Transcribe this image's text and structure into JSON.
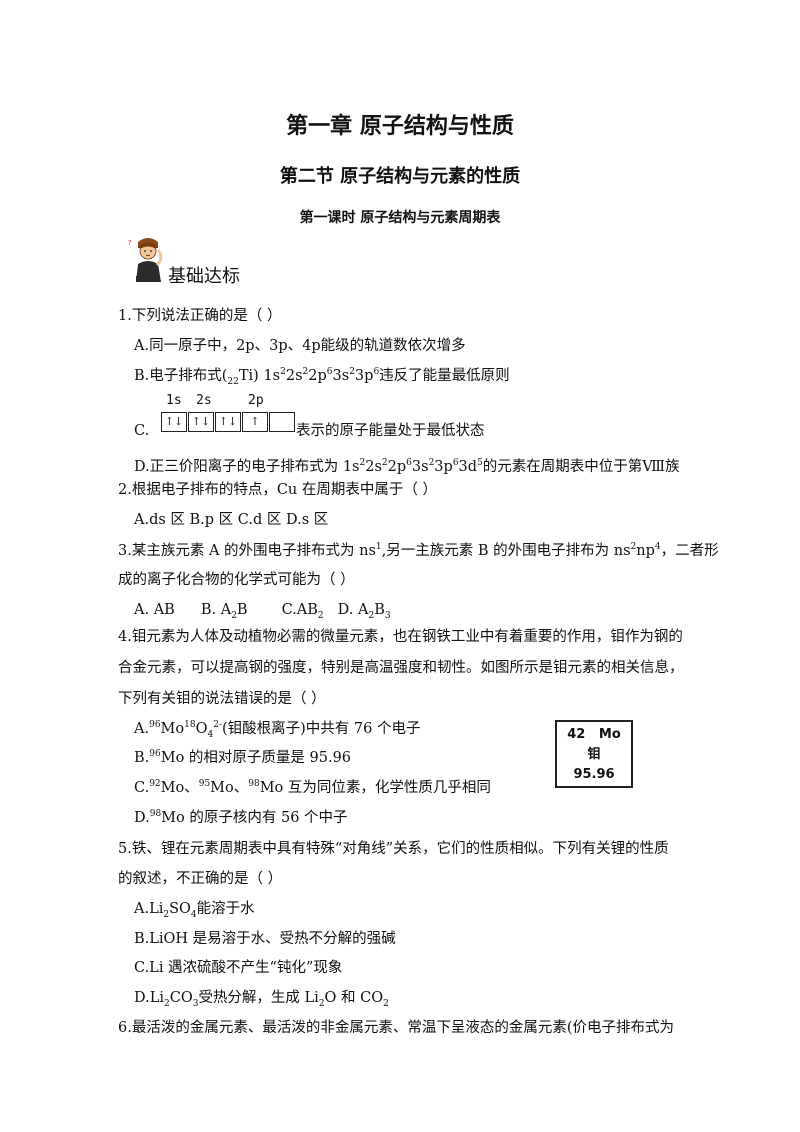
{
  "chapter_title": "第一章  原子结构与性质",
  "section_title": "第二节  原子结构与元素的性质",
  "lesson_title": "第一课时    原子结构与元素周期表",
  "practice_heading": "基础达标",
  "mascot_icon": "student-thinking-icon",
  "q1": {
    "stem": "1.下列说法正确的是（      ）",
    "a": "A.同一原子中，2p、3p、4p能级的轨道数依次增多",
    "b_pre": "B.电子排布式(",
    "b_sub": "22",
    "b_el": "Ti) 1s",
    "b_cfg": [
      {
        "t": "2",
        "type": "sup"
      },
      {
        "t": "2s",
        "type": "text"
      },
      {
        "t": "2",
        "type": "sup"
      },
      {
        "t": "2p",
        "type": "text"
      },
      {
        "t": "6",
        "type": "sup"
      },
      {
        "t": "3s",
        "type": "text"
      },
      {
        "t": "2",
        "type": "sup"
      },
      {
        "t": "3p",
        "type": "text"
      },
      {
        "t": "6",
        "type": "sup"
      }
    ],
    "b_post": "违反了能量最低原则",
    "c_label": "C.",
    "c_orb_labels": [
      "1s",
      "2s",
      "2p"
    ],
    "c_post": "表示的原子能量处于最低状态",
    "d_pre": "D.正三价阳离子的电子排布式为 1s",
    "d_cfg": [
      {
        "t": "2",
        "type": "sup"
      },
      {
        "t": "2s",
        "type": "text"
      },
      {
        "t": "2",
        "type": "sup"
      },
      {
        "t": "2p",
        "type": "text"
      },
      {
        "t": "6",
        "type": "sup"
      },
      {
        "t": "3s",
        "type": "text"
      },
      {
        "t": "2",
        "type": "sup"
      },
      {
        "t": "3p",
        "type": "text"
      },
      {
        "t": "6",
        "type": "sup"
      },
      {
        "t": "3d",
        "type": "text"
      },
      {
        "t": "5",
        "type": "sup"
      }
    ],
    "d_post": "的元素在周期表中位于第Ⅷ族"
  },
  "q2": {
    "stem": "2.根据电子排布的特点，Cu 在周期表中属于（      ）",
    "options": "A.ds 区       B.p 区     C.d 区     D.s 区"
  },
  "q3": {
    "stem_pre": "3.某主族元素 A 的外围电子排布式为 ns",
    "sup1": "1",
    "stem_mid": ",另一主族元素 B 的外围电子排布为 ns",
    "sup2": "2",
    "stem_mid2": "np",
    "sup3": "4",
    "stem_post": "，二者形",
    "stem_line2": "成的离子化合物的化学式可能为（      ）",
    "opt_a": "A. AB",
    "opt_b_pre": "B. A",
    "opt_b_sub": "2",
    "opt_b_post": "B",
    "opt_c_pre": "C.AB",
    "opt_c_sub": "2",
    "opt_d_pre": "D. A",
    "opt_d_sub1": "2",
    "opt_d_mid": "B",
    "opt_d_sub2": "3"
  },
  "q4": {
    "line1": "4.钼元素为人体及动植物必需的微量元素，也在钢铁工业中有着重要的作用，钼作为钢的",
    "line2": "合金元素，可以提高钢的强度，特别是高温强度和韧性。如图所示是钼元素的相关信息，",
    "line3": "下列有关钼的说法错误的是（      ）",
    "a_pre": "A.",
    "a_sup1": "96",
    "a_mo": "Mo",
    "a_sup2": "18",
    "a_o": "O",
    "a_sub": "4",
    "a_sup3": "2-",
    "a_post": "(钼酸根离子)中共有 76 个电子",
    "b_pre": "B.",
    "b_sup": "96",
    "b_post": "Mo 的相对原子质量是 95.96",
    "c_pre": "C.",
    "c_sup1": "92",
    "c_mid1": "Mo、",
    "c_sup2": "95",
    "c_mid2": "Mo、",
    "c_sup3": "98",
    "c_post": "Mo 互为同位素，化学性质几乎相同",
    "d_pre": "D.",
    "d_sup": "98",
    "d_post": "Mo 的原子核内有 56 个中子",
    "card": {
      "number": "42",
      "symbol": "Mo",
      "name": "钼",
      "mass": "95.96"
    }
  },
  "q5": {
    "line1": "5.铁、锂在元素周期表中具有特殊“对角线”关系，它们的性质相似。下列有关锂的性质",
    "line2": "的叙述，不正确的是（      ）",
    "a_pre": "A.Li",
    "a_sub1": "2",
    "a_mid": "SO",
    "a_sub2": "4",
    "a_post": "能溶于水",
    "b": "B.LiOH 是易溶于水、受热不分解的强碱",
    "c": "C.Li 遇浓硫酸不产生“钝化”现象",
    "d_pre": "D.Li",
    "d_sub1": "2",
    "d_mid1": "CO",
    "d_sub2": "3",
    "d_mid2": "受热分解，生成 Li",
    "d_sub3": "2",
    "d_mid3": "O 和 CO",
    "d_sub4": "2"
  },
  "q6": {
    "line1": "6.最活泼的金属元素、最活泼的非金属元素、常温下呈液态的金属元素(价电子排布式为"
  }
}
